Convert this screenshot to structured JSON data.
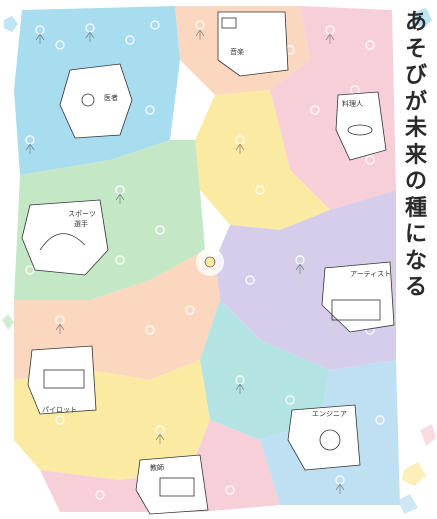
{
  "poster": {
    "title_chars": [
      "あ",
      "そ",
      "び",
      "が",
      "未",
      "来",
      "の",
      "種",
      "に",
      "な",
      "る"
    ],
    "career_labels": {
      "music": "音楽",
      "cook": "料理人",
      "medical": "医者",
      "sports_a": "スポーツ",
      "sports_b": "選手",
      "artist": "アーティスト",
      "pilot": "パイロット",
      "engineer": "エンジニア",
      "teacher": "教師"
    },
    "colors": {
      "blue": "#a8dcef",
      "peach": "#fbd7bf",
      "pink": "#f7cfd9",
      "green": "#c4e7c6",
      "teal": "#b4e3e4",
      "yellow": "#fbeaa2",
      "lavender": "#d6cdeb",
      "lightblue": "#bfe0f2",
      "ink": "#333333"
    }
  }
}
